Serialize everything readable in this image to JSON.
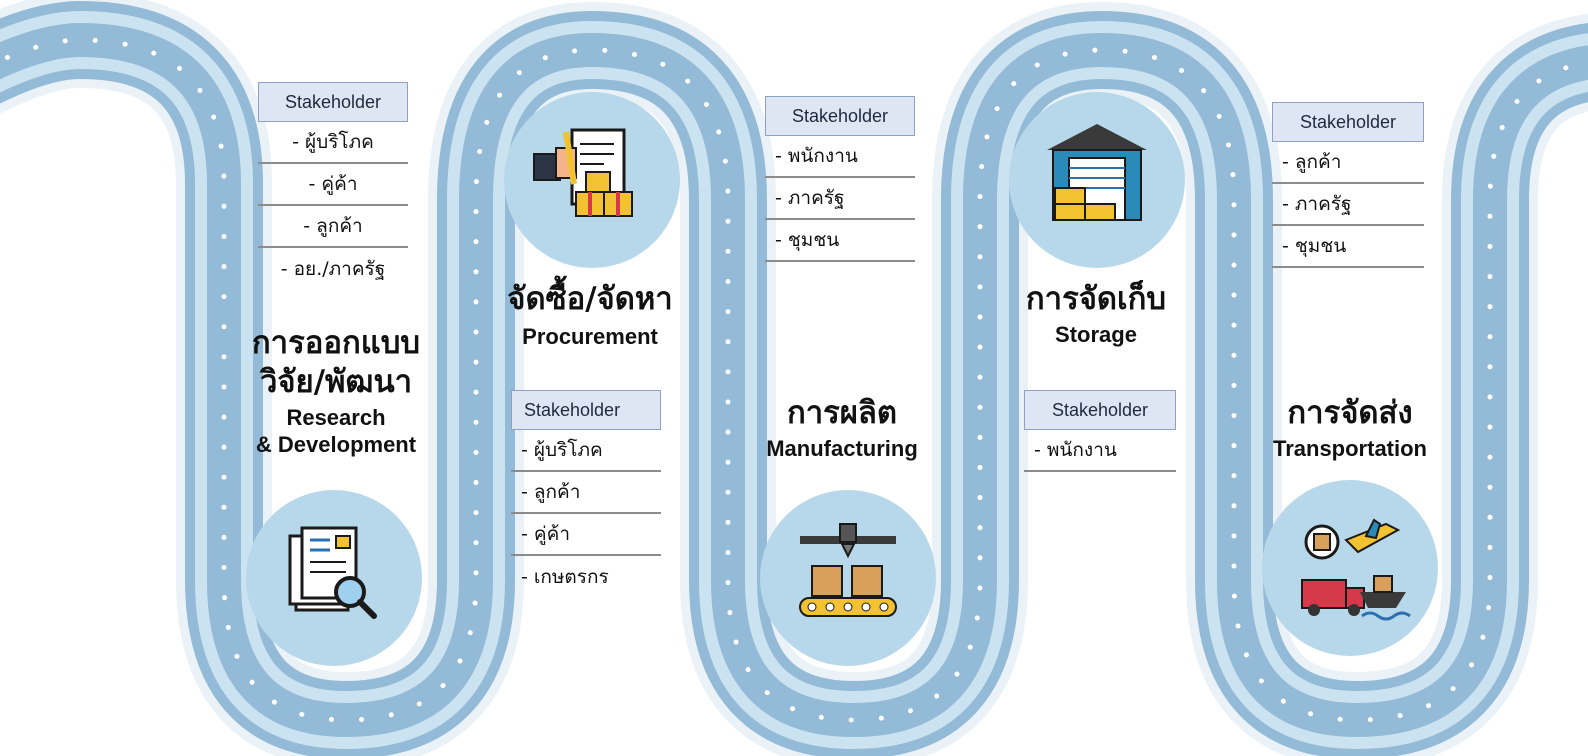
{
  "stakeholder_header": "Stakeholder",
  "colors": {
    "road_dark": "#93bad6",
    "road_light": "#cbe2f1",
    "dot": "#ffffff",
    "circle": "#b7d8ea",
    "header_bg": "#dfe6f3"
  },
  "stages": [
    {
      "th": "การออกแบบ",
      "th2": "วิจัย/พัฒนา",
      "en": "Research",
      "en2": "& Development",
      "icon": "research-document-icon",
      "stakeholders": [
        "- ผู้บริโภค",
        "- คู่ค้า",
        "- ลูกค้า",
        "- อย./ภาครัฐ"
      ]
    },
    {
      "th": "จัดซื้อ/จัดหา",
      "en": "Procurement",
      "icon": "procurement-clipboard-icon",
      "stakeholders": [
        "- ผู้บริโภค",
        "- ลูกค้า",
        "- คู่ค้า",
        "- เกษตรกร"
      ]
    },
    {
      "th": "การผลิต",
      "en": "Manufacturing",
      "icon": "manufacturing-conveyor-icon",
      "stakeholders": [
        "- พนักงาน",
        "- ภาครัฐ",
        "- ชุมชน"
      ]
    },
    {
      "th": "การจัดเก็บ",
      "en": "Storage",
      "icon": "warehouse-storage-icon",
      "stakeholders": [
        "- พนักงาน"
      ]
    },
    {
      "th": "การจัดส่ง",
      "en": "Transportation",
      "icon": "transportation-truck-plane-ship-icon",
      "stakeholders": [
        "- ลูกค้า",
        "- ภาครัฐ",
        "- ชุมชน"
      ]
    }
  ]
}
